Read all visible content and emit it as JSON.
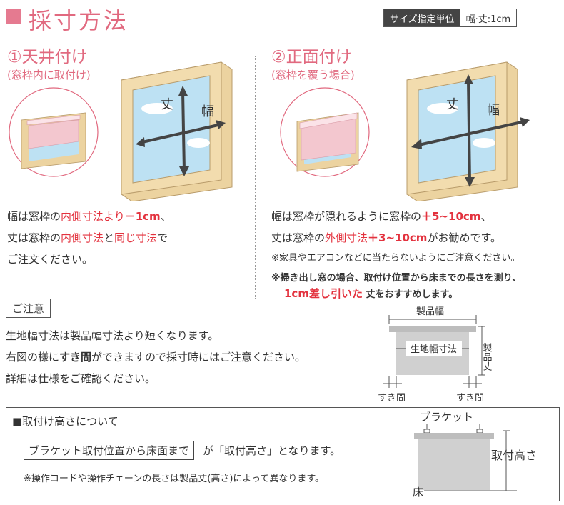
{
  "header": {
    "title": "採寸方法",
    "unit_label": "サイズ指定単位",
    "unit_value": "幅·丈:1cm"
  },
  "section1": {
    "title": "①天井付け",
    "subtitle": "(窓枠内に取付け)",
    "labels": {
      "height": "丈",
      "width": "幅"
    },
    "line1_a": "幅は窓枠の",
    "line1_b": "内側寸法より",
    "line1_c": "－1cm",
    "line1_d": "、",
    "line2_a": "丈は窓枠の",
    "line2_b": "内側寸法",
    "line2_c": "と",
    "line2_d": "同じ寸法",
    "line2_e": "で",
    "line3": "ご注文ください。"
  },
  "section2": {
    "title": "②正面付け",
    "subtitle": "(窓枠を覆う場合)",
    "labels": {
      "height": "丈",
      "width": "幅"
    },
    "line1_a": "幅は窓枠が隠れるように窓枠の",
    "line1_b": "＋5~10cm",
    "line1_c": "、",
    "line2_a": "丈は窓枠の",
    "line2_b": "外側寸法",
    "line2_c": "＋3~10cm",
    "line2_d": "がお勧めです。",
    "note1": "※家具やエアコンなどに当たらないようにご注意ください。",
    "note2": "※掃き出し窓の場合、取付け位置から床までの長さを測り、",
    "note3_a": "1cm差し引いた",
    "note3_b": "丈をおすすめします。"
  },
  "caution": {
    "label": "ご注意",
    "line1": "生地幅寸法は製品幅寸法より短くなります。",
    "line2_a": "右図の様に",
    "line2_b": "すき間",
    "line2_c": "ができますので採寸時にはご注意ください。",
    "line3": "詳細は仕様をご確認ください。",
    "diagram": {
      "product_width": "製品幅",
      "fabric_width": "生地幅寸法",
      "product_height": "製品丈",
      "gap_left": "すき間",
      "gap_right": "すき間"
    }
  },
  "mount_height": {
    "title": "■取付け高さについて",
    "boxed": "ブラケット取付位置から床面まで",
    "after": "が「取付高さ」となります。",
    "note": "※操作コードや操作チェーンの長さは製品丈(高さ)によって異なります。",
    "diagram": {
      "bracket": "ブラケット",
      "height": "取付高さ",
      "floor": "床"
    }
  },
  "colors": {
    "accent": "#e1697f",
    "red": "#e3323e",
    "frame": "#ecd3a0",
    "sky": "#bde1f3",
    "blind": "#f3c7cf"
  }
}
